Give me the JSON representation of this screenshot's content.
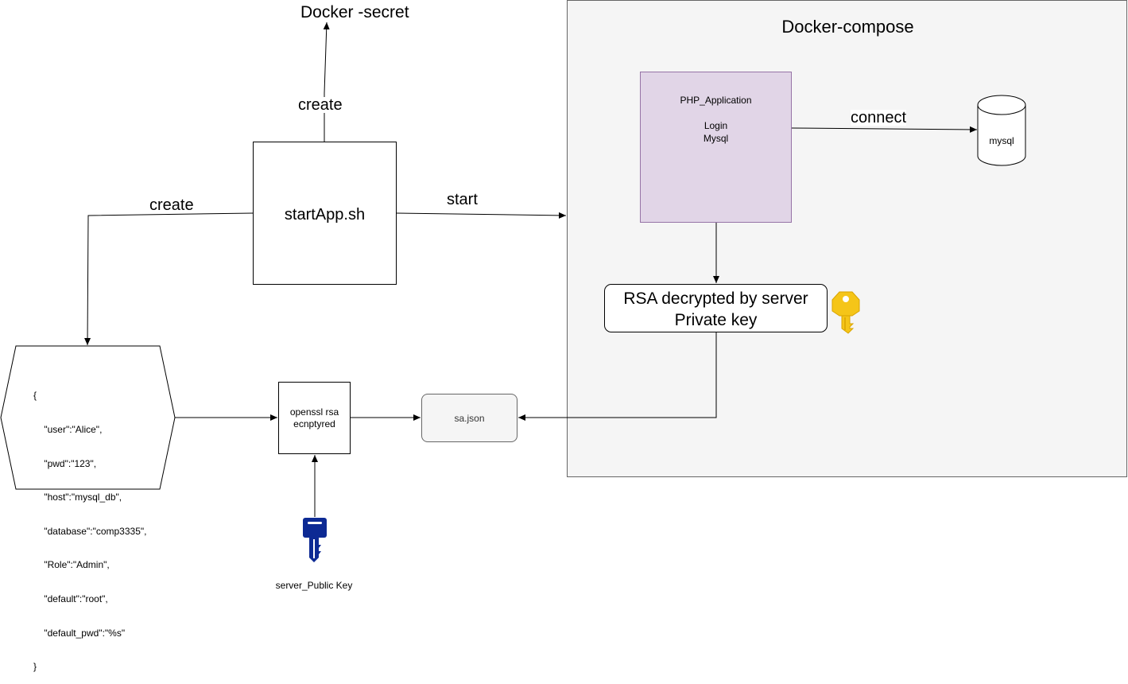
{
  "container": {
    "title": "Docker-compose"
  },
  "docker_secret": {
    "label": "Docker -secret"
  },
  "start_app": {
    "label": "startApp.sh"
  },
  "php_app": {
    "lines": [
      "PHP_Application",
      "",
      "Login",
      "Mysql"
    ]
  },
  "mysql": {
    "label": "mysql"
  },
  "rsa_box": {
    "line1": "RSA decrypted by server",
    "line2": "Private key"
  },
  "openssl": {
    "line1": "openssl  rsa",
    "line2": "ecnptyred"
  },
  "sa_json": {
    "label": "sa.json"
  },
  "json_doc": {
    "lines": [
      "{",
      "    \"user\":\"Alice\",",
      "    \"pwd\":\"123\",",
      "    \"host\":\"mysql_db\",",
      "    \"database\":\"comp3335\",",
      "    \"Role\":\"Admin\",",
      "    \"default\":\"root\",",
      "    \"default_pwd\":\"%s\"",
      "}"
    ]
  },
  "public_key": {
    "label": "server_Public Key"
  },
  "edges": {
    "create_secret": "create",
    "create_json": "create",
    "start": "start",
    "connect": "connect"
  },
  "colors": {
    "php_fill": "#e1d5e7",
    "php_stroke": "#9673a6",
    "container_fill": "#f5f5f5",
    "private_key": "#f5c518",
    "public_key": "#0d2a94"
  }
}
